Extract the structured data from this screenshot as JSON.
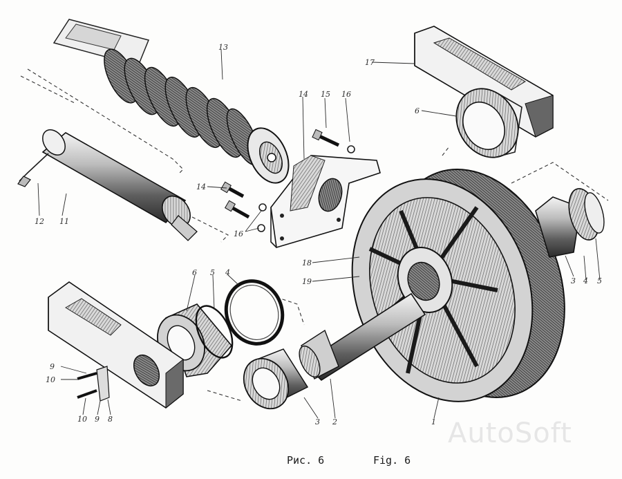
{
  "figure": {
    "caption_ru": "Рис. 6",
    "caption_en": "Fig. 6",
    "watermark": "AutoSoft"
  },
  "part_labels": {
    "p1": "1",
    "p2": "2",
    "p3a": "3",
    "p3b": "3",
    "p4a": "4",
    "p4b": "4",
    "p5a": "5",
    "p5b": "5",
    "p6a": "6",
    "p6b": "6",
    "p8": "8",
    "p9a": "9",
    "p9b": "9",
    "p10a": "10",
    "p10b": "10",
    "p11": "11",
    "p12": "12",
    "p13": "13",
    "p14a": "14",
    "p14b": "14",
    "p15": "15",
    "p16a": "16",
    "p16b": "16",
    "p17": "17",
    "p18": "18",
    "p19": "19"
  }
}
